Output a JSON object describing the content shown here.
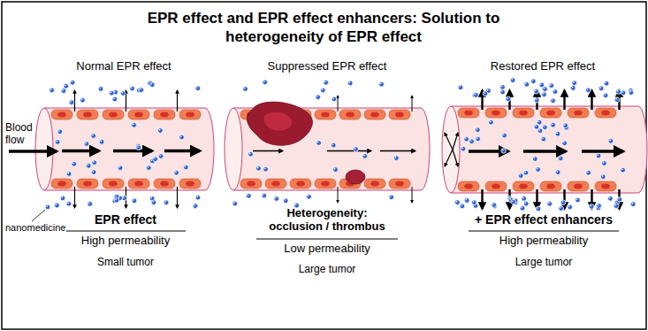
{
  "diagram": {
    "title": "EPR effect and EPR effect enhancers: Solution to heterogeneity of EPR effect",
    "labels": [
      "Normal EPR effect",
      "Suppressed EPR effect",
      "Restored EPR effect",
      "Blood flow",
      "nanomedicine",
      "EPR effect",
      "High permeability",
      "Small tumor",
      "Heterogeneity: occlusion / thrombus",
      "Low permeability",
      "Large tumor",
      "+ EPR effect enhancers",
      "High permeability",
      "Large tumor"
    ]
  }
}
